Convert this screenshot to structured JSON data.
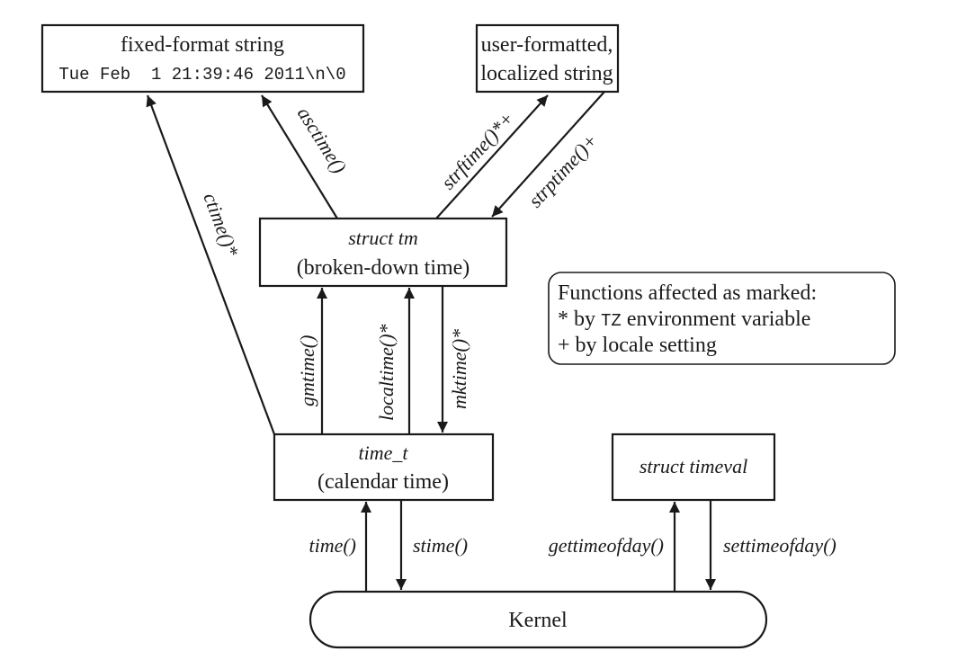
{
  "nodes": {
    "fixed_string": {
      "title": "fixed-format string",
      "example": "Tue Feb  1 21:39:46 2011\\n\\0"
    },
    "user_string": {
      "line1": "user-formatted,",
      "line2": "localized string"
    },
    "struct_tm": {
      "line1": "struct tm",
      "line2": "(broken-down time)"
    },
    "time_t": {
      "line1": "time_t",
      "line2": "(calendar time)"
    },
    "timeval": {
      "line1": "struct timeval"
    },
    "kernel": {
      "label": "Kernel"
    }
  },
  "edges": {
    "ctime": "ctime()*",
    "asctime": "asctime()",
    "strftime": "strftime()*+",
    "strptime": "strptime()+",
    "gmtime": "gmtime()",
    "localtime": "localtime()*",
    "mktime": "mktime()*",
    "time": "time()",
    "stime": "stime()",
    "gettimeofday": "gettimeofday()",
    "settimeofday": "settimeofday()"
  },
  "legend": {
    "title": "Functions affected as marked:",
    "star_prefix": "* by ",
    "star_var": "TZ",
    "star_suffix": " environment variable",
    "plus": "+ by locale setting"
  }
}
